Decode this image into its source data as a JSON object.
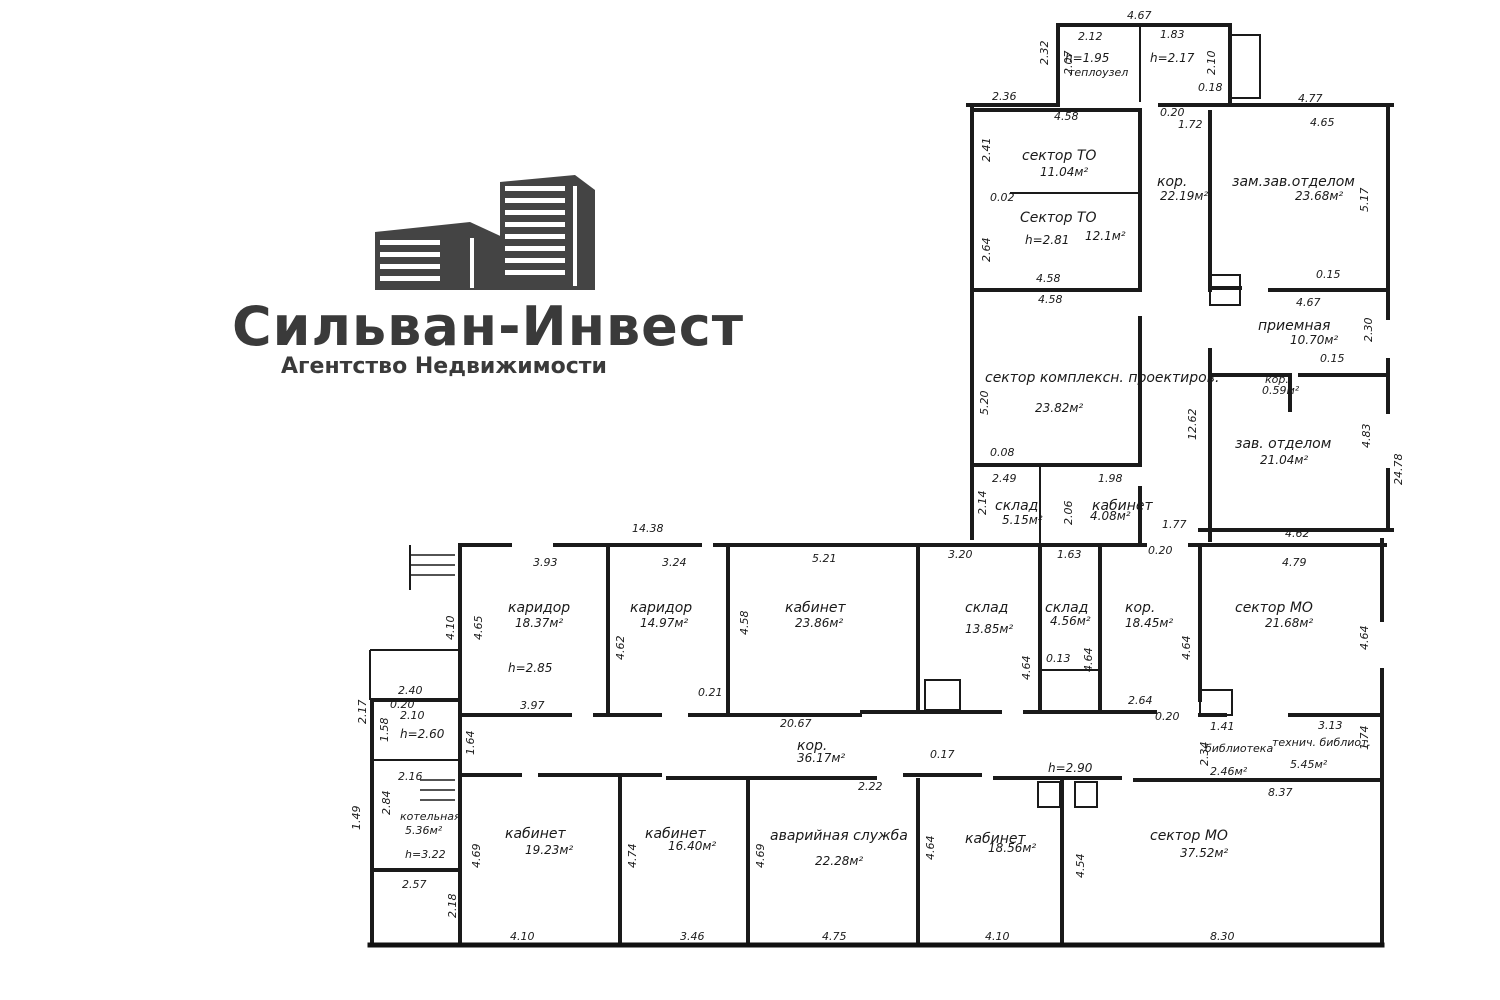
{
  "logo": {
    "brand": "Сильван-Инвест",
    "tagline": "Агентство Недвижимости"
  },
  "rooms": {
    "sector_to_1": {
      "name": "сектор ТО",
      "area": "11.04м²"
    },
    "sector_to_2": {
      "name": "Сектор ТО",
      "area": "12.1м²",
      "height": "h=2.81"
    },
    "kor_top": {
      "name": "кор.",
      "area": "22.19м²"
    },
    "zam_zav": {
      "name": "зам.зав.отделом",
      "area": "23.68м²"
    },
    "priemnaya": {
      "name": "приемная",
      "area": "10.70м²"
    },
    "kor_small": {
      "name": "кор.",
      "area": "0.59м²"
    },
    "sector_kompleks": {
      "name": "сектор комплексн. проектиров.",
      "area": "23.82м²"
    },
    "zav_otdelom": {
      "name": "зав. отделом",
      "area": "21.04м²"
    },
    "sklad_top": {
      "name": "склад",
      "area": "5.15м²"
    },
    "kabinet_small": {
      "name": "кабинет",
      "area": "4.08м²"
    },
    "teplouzel": {
      "name": "теплоузел",
      "height": "h=1.95"
    },
    "vestibule": {
      "height": "h=2.17"
    },
    "koridor_1": {
      "name": "каридор",
      "area": "18.37м²",
      "height": "h=2.85"
    },
    "koridor_2": {
      "name": "каридор",
      "area": "14.97м²"
    },
    "kabinet_mid": {
      "name": "кабинет",
      "area": "23.86м²"
    },
    "sklad_mid": {
      "name": "склад",
      "area": "13.85м²"
    },
    "sklad_mid2": {
      "name": "склад",
      "area": "4.56м²"
    },
    "kor_mid": {
      "name": "кор.",
      "area": "18.45м²"
    },
    "sector_mo_top": {
      "name": "сектор МО",
      "area": "21.68м²"
    },
    "kor_main": {
      "name": "кор.",
      "area": "36.17м²",
      "height": "h=2.90"
    },
    "stair_landing": {
      "height": "h=2.60"
    },
    "biblioteka": {
      "name": "библиотека",
      "area": "2.46м²"
    },
    "tech_biblio": {
      "name": "технич. библиот.",
      "area": "5.45м²"
    },
    "kotelnaya": {
      "name": "котельная",
      "area": "5.36м²",
      "height": "h=3.22"
    },
    "kabinet_b1": {
      "name": "кабинет",
      "area": "19.23м²"
    },
    "kabinet_b2": {
      "name": "кабинет",
      "area": "16.40м²"
    },
    "avariynaya": {
      "name": "аварийная служба",
      "area": "22.28м²"
    },
    "kabinet_b3": {
      "name": "кабинет",
      "area": "18.56м²"
    },
    "sector_mo_bottom": {
      "name": "сектор МО",
      "area": "37.52м²"
    }
  },
  "dimensions": {
    "d_467_top": "4.67",
    "d_212": "2.12",
    "d_183": "1.83",
    "d_232": "2.32",
    "d_207": "2.07",
    "d_210": "2.10",
    "d_018": "0.18",
    "d_236": "2.36",
    "d_458_a": "4.58",
    "d_020_a": "0.20",
    "d_172": "1.72",
    "d_477": "4.77",
    "d_465": "4.65",
    "d_241": "2.41",
    "d_517": "5.17",
    "d_002": "0.02",
    "d_264": "2.64",
    "d_458_b": "4.58",
    "d_015_a": "0.15",
    "d_467_b": "4.67",
    "d_458_c": "4.58",
    "d_230": "2.30",
    "d_015_b": "0.15",
    "d_520": "5.20",
    "d_1262": "12.62",
    "d_483": "4.83",
    "d_2478": "24.78",
    "d_008": "0.08",
    "d_249": "2.49",
    "d_198": "1.98",
    "d_214": "2.14",
    "d_206": "2.06",
    "d_462": "4.62",
    "d_177": "1.77",
    "d_020_b": "0.20",
    "d_1438": "14.38",
    "d_393": "3.93",
    "d_324": "3.24",
    "d_521": "5.21",
    "d_320": "3.20",
    "d_163": "1.63",
    "d_479": "4.79",
    "d_410_a": "4.10",
    "d_465_b": "4.65",
    "d_462_b": "4.62",
    "d_458_d": "4.58",
    "d_464_a": "4.64",
    "d_013": "0.13",
    "d_464_b": "4.64",
    "d_464_c": "4.64",
    "d_464_d": "4.64",
    "d_240": "2.40",
    "d_020_c": "0.20",
    "d_397": "3.97",
    "d_021": "0.21",
    "d_2067": "20.67",
    "d_264_b": "2.64",
    "d_020_d": "0.20",
    "d_313": "3.13",
    "d_141": "1.41",
    "d_174": "1.74",
    "d_217": "2.17",
    "d_158": "1.58",
    "d_210_b": "2.10",
    "d_164": "1.64",
    "d_216": "2.16",
    "d_017": "0.17",
    "d_222": "2.22",
    "d_837": "8.37",
    "d_234": "2.34",
    "d_284": "2.84",
    "d_149": "1.49",
    "d_469": "4.69",
    "d_474": "4.74",
    "d_469_b": "4.69",
    "d_464_e": "4.64",
    "d_454": "4.54",
    "d_257": "2.57",
    "d_218": "2.18",
    "d_410_b": "4.10",
    "d_346": "3.46",
    "d_475": "4.75",
    "d_410_c": "4.10",
    "d_830": "8.30"
  }
}
